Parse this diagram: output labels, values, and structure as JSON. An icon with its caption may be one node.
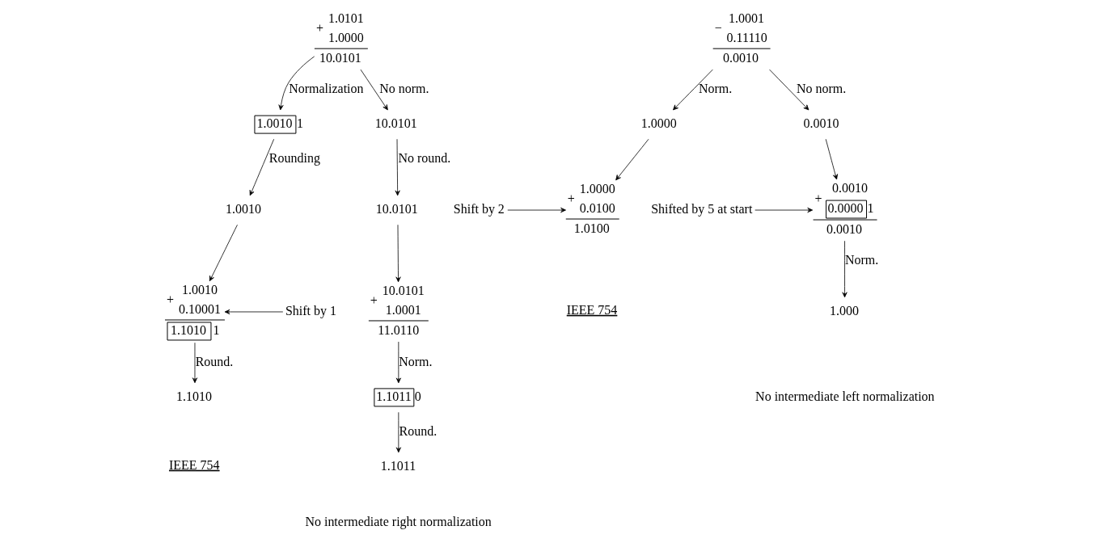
{
  "diagram": {
    "nodes": [
      {
        "text": [
          "+",
          "1.0101",
          "1.0000",
          "10.0101"
        ]
      },
      {
        "text": [
          "1.0010",
          "1"
        ]
      },
      {
        "text": [
          "10.0101"
        ]
      },
      {
        "text": [
          "1.0010"
        ]
      },
      {
        "text": [
          "10.0101"
        ]
      },
      {
        "text": [
          "+",
          "1.0010",
          "0.10001",
          "1.1010",
          "1"
        ]
      },
      {
        "text": [
          "+",
          "10.0101",
          "1.0001",
          "11.0110"
        ]
      },
      {
        "text": [
          "1.1010"
        ]
      },
      {
        "text": [
          "1.1011",
          "0"
        ]
      },
      {
        "text": [
          "1.1011"
        ]
      },
      {
        "text": [
          "Shift by 1"
        ]
      },
      {
        "text": [
          "−",
          "1.0001",
          "0.11110",
          "0.0010"
        ]
      },
      {
        "text": [
          "1.0000"
        ]
      },
      {
        "text": [
          "0.0010"
        ]
      },
      {
        "text": [
          "+",
          "1.0000",
          "0.0100",
          "1.0100"
        ]
      },
      {
        "text": [
          "+",
          "0.0010",
          "0.0000",
          "1",
          "0.0010"
        ]
      },
      {
        "text": [
          "1.000"
        ]
      },
      {
        "text": [
          "Shift by 2"
        ]
      },
      {
        "text": [
          "Shifted by 5 at start"
        ]
      }
    ],
    "edges": [
      {
        "from": 0,
        "to": 1,
        "arrow": "to",
        "label": "Normalization"
      },
      {
        "from": 0,
        "to": 2,
        "arrow": "to",
        "label": "No norm."
      },
      {
        "from": 1,
        "to": 3,
        "arrow": "to",
        "label": "Rounding"
      },
      {
        "from": 2,
        "to": 4,
        "arrow": "to",
        "label": "No round."
      },
      {
        "from": 3,
        "to": 5,
        "arrow": "to"
      },
      {
        "from": 4,
        "to": 6,
        "arrow": "to"
      },
      {
        "from": 10,
        "to": 5,
        "arrow": "to"
      },
      {
        "from": 5,
        "to": 7,
        "arrow": "to",
        "label": "Round."
      },
      {
        "from": 6,
        "to": 8,
        "arrow": "to",
        "label": "Norm."
      },
      {
        "from": 8,
        "to": 9,
        "arrow": "to",
        "label": "Round."
      },
      {
        "from": 11,
        "to": 12,
        "arrow": "to",
        "label": "Norm."
      },
      {
        "from": 11,
        "to": 13,
        "arrow": "to",
        "label": "No norm."
      },
      {
        "from": 12,
        "to": 14,
        "arrow": "to"
      },
      {
        "from": 13,
        "to": 15,
        "arrow": "to"
      },
      {
        "from": 17,
        "to": 14,
        "arrow": "to"
      },
      {
        "from": 18,
        "to": 15,
        "arrow": "to"
      },
      {
        "from": 15,
        "to": 16,
        "arrow": "to",
        "label": "Norm."
      }
    ],
    "labels": [
      "IEEE 754",
      "No intermediate right normalization",
      "IEEE 754",
      "No intermediate left normalization"
    ]
  }
}
